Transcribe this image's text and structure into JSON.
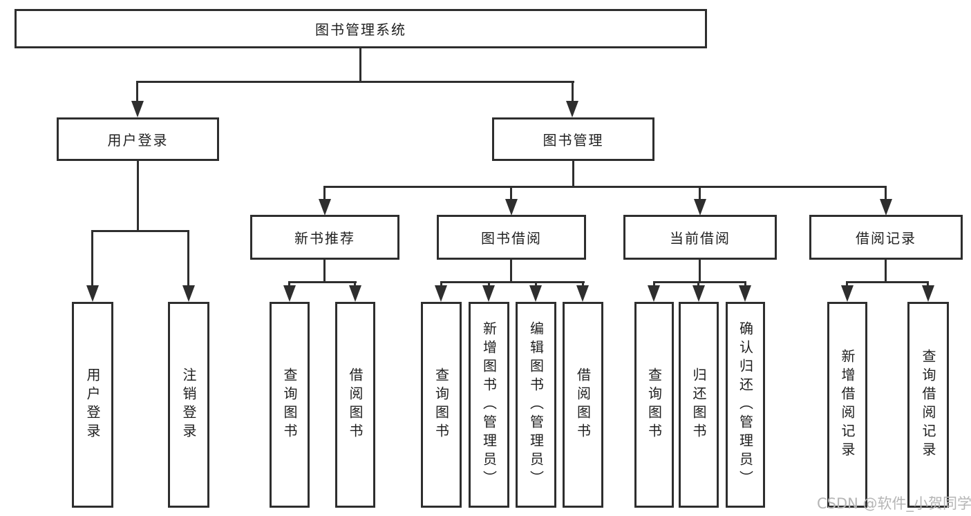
{
  "diagram": {
    "root": {
      "label": "图书管理系统"
    },
    "branches": [
      {
        "label": "用户登录",
        "leaves": [
          "用户登录",
          "注销登录"
        ]
      },
      {
        "label": "图书管理",
        "children": [
          {
            "label": "新书推荐",
            "leaves": [
              "查询图书",
              "借阅图书"
            ]
          },
          {
            "label": "图书借阅",
            "leaves": [
              "查询图书",
              "新增图书（管理员）",
              "编辑图书（管理员）",
              "借阅图书"
            ]
          },
          {
            "label": "当前借阅",
            "leaves": [
              "查询图书",
              "归还图书",
              "确认归还（管理员）"
            ]
          },
          {
            "label": "借阅记录",
            "leaves": [
              "新增借阅记录",
              "查询借阅记录"
            ]
          }
        ]
      }
    ]
  },
  "watermark": {
    "text": "CSDN @软件_小贺同学"
  },
  "colors": {
    "line": "#2e2e2e",
    "text": "#1f1f1f",
    "watermark": "#b5b5b5",
    "background": "#ffffff"
  }
}
